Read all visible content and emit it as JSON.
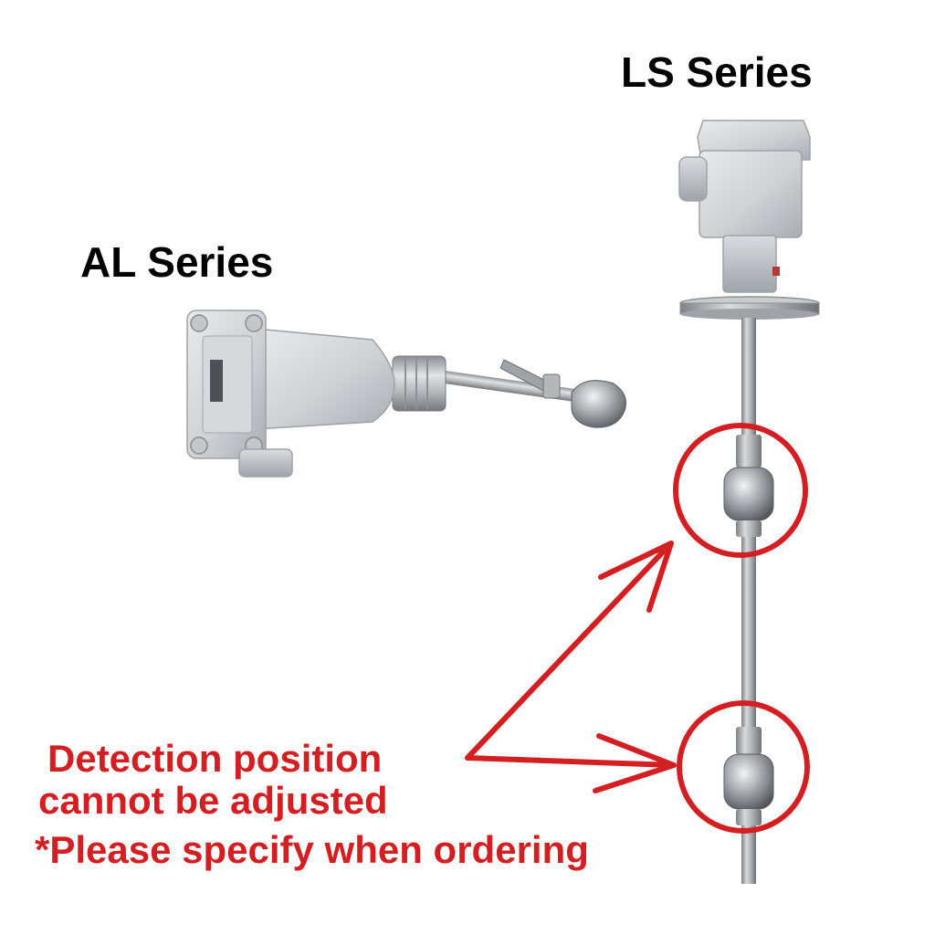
{
  "products": {
    "ls_series": {
      "label": "LS Series"
    },
    "al_series": {
      "label": "AL Series"
    }
  },
  "note": {
    "line1": "Detection position",
    "line2": "cannot be adjusted",
    "line3": "*Please specify when ordering"
  },
  "colors": {
    "annotation_red": "#d41f22",
    "text_black": "#000000",
    "housing_gray": "#cdd0d3",
    "steel": "#a7abaf"
  }
}
